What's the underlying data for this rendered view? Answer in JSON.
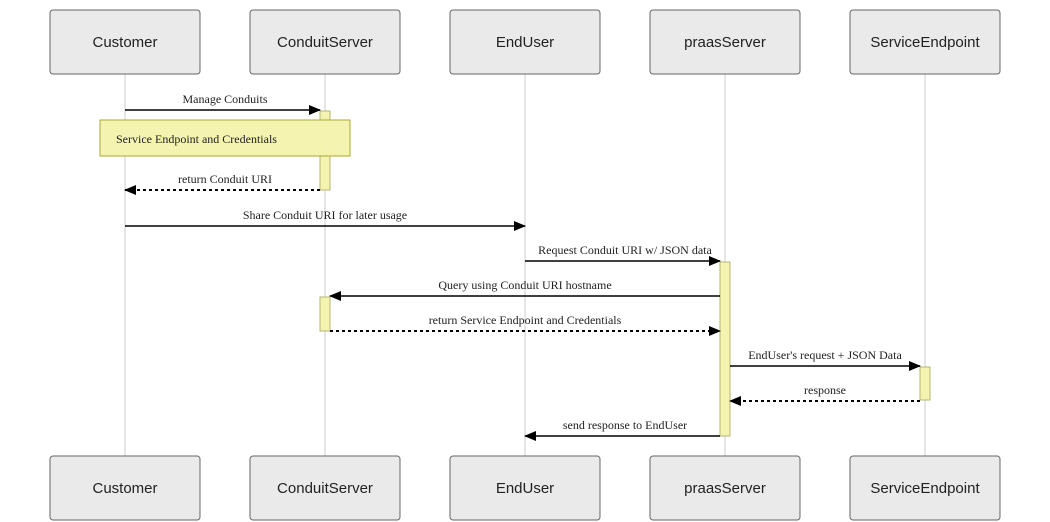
{
  "colors": {
    "actor_fill": "#eaeaea",
    "actor_stroke": "#666666",
    "lifeline": "#cccccc",
    "activation_fill": "#f4f4b0",
    "activation_stroke": "#b3b37a",
    "note_fill": "#f4f4b0",
    "note_stroke": "#aaaa33",
    "arrow": "#000000"
  },
  "actors": [
    {
      "id": "customer",
      "name": "Customer"
    },
    {
      "id": "conduit",
      "name": "ConduitServer"
    },
    {
      "id": "enduser",
      "name": "EndUser"
    },
    {
      "id": "praas",
      "name": "praasServer"
    },
    {
      "id": "endpoint",
      "name": "ServiceEndpoint"
    }
  ],
  "messages": [
    {
      "from": "customer",
      "to": "conduit",
      "text": "Manage Conduits",
      "style": "solid"
    },
    {
      "from": "conduit",
      "to": "customer",
      "text": "return Conduit URI",
      "style": "dotted"
    },
    {
      "from": "customer",
      "to": "enduser",
      "text": "Share Conduit URI for later usage",
      "style": "solid"
    },
    {
      "from": "enduser",
      "to": "praas",
      "text": "Request Conduit URI w/ JSON data",
      "style": "solid"
    },
    {
      "from": "praas",
      "to": "conduit",
      "text": "Query using Conduit URI hostname",
      "style": "solid"
    },
    {
      "from": "conduit",
      "to": "praas",
      "text": "return Service Endpoint and Credentials",
      "style": "dotted"
    },
    {
      "from": "praas",
      "to": "endpoint",
      "text": "EndUser's request + JSON Data",
      "style": "solid"
    },
    {
      "from": "endpoint",
      "to": "praas",
      "text": "response",
      "style": "dotted"
    },
    {
      "from": "praas",
      "to": "enduser",
      "text": "send response to EndUser",
      "style": "solid"
    }
  ],
  "note": {
    "text": "Service Endpoint and Credentials",
    "over": [
      "customer",
      "conduit"
    ]
  }
}
